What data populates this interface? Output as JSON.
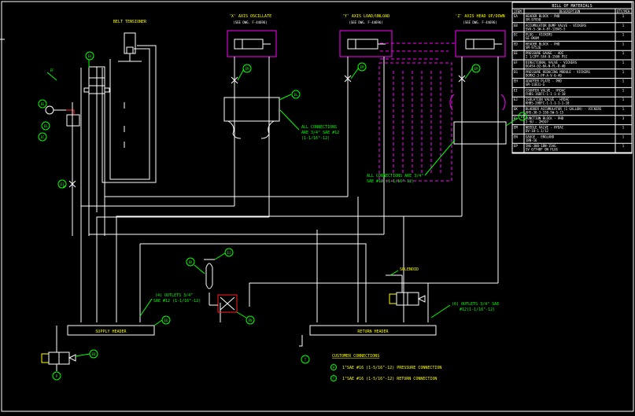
{
  "labels": {
    "belt_tensioner": "BELT TENSIONER",
    "x_axis": "'X' AXIS OSCILLATE",
    "x_axis_sub": "(SEE DWG. F-44696)",
    "y_axis": "'Y' AXIS LOAD/UNLOAD",
    "y_axis_sub": "(SEE DWG. F-44696)",
    "z_axis": "'Z' AXIS HEAD UP/DOWN",
    "z_axis_sub": "(SEE DWG. F-44696)",
    "all_conn_1a": "ALL CONNECTIONS",
    "all_conn_1b": "ARE 3/4\" SAE #12",
    "all_conn_1c": "(1-1/16\"-12)",
    "all_conn_2a": "ALL CONNECTIONS ARE 3/4\"",
    "all_conn_2b": "SAE #12 (1-1/16\"-12)",
    "outlets_left_a": "(4) OUTLETS 3/4\"",
    "outlets_left_b": "SAE #12 (1-1/16\"-12)",
    "outlets_right_a": "(6) OUTLETS 3/4\" SAE",
    "outlets_right_b": "#12(1-1/16\"-12)",
    "solenoid": "SOLENOID",
    "supply_header": "SUPPLY HEADER",
    "return_header": "RETURN HEADER",
    "customer_connections": "CUSTOMER CONNECTIONS",
    "conn_p_tag": "P",
    "conn_p_text": "1\"SAE #16 (1-5/16\"-12)   PRESSURE CONNECTION",
    "conn_t_tag": "T",
    "conn_t_text": "1\"SAE #16 (1-5/16\"-12)   RETURN CONNECTION"
  },
  "bom": {
    "title": "BILL OF MATERIALS",
    "headers": [
      "ITEM",
      "DESCRIPTION",
      "QTY/MCH"
    ],
    "rows": [
      [
        "EA",
        "HEADER BLOCK - PHD / SM-97958",
        "1"
      ],
      [
        "EB",
        "ACCUMULATOR DUMP VALVE - VICKERS / SVA-5-3W-A-8T-120AS-5",
        "1"
      ],
      [
        "EC",
        "PLUG - VICKERS / GE-BKOM",
        "1"
      ],
      [
        "ED",
        "HEADER BLOCK - PHD / SM-97526",
        "1"
      ],
      [
        "EE",
        "PRESSURE GAUGE - ADI / 2 1/2PF-SX4-0-1500 PSI",
        "1"
      ],
      [
        "EF",
        "DIRECTIONAL VALVE - VICKERS / DG4S4-D2-0A-N-FL-D-40",
        "1"
      ],
      [
        "EG",
        "PRESSURE REDUCING MODULE - VICKERS / DGMX2-3-PP-A-V-6-40",
        "1"
      ],
      [
        "EH",
        "ADAPTER PLATE - PHD / SM-11831-G",
        "1"
      ],
      [
        "EI",
        "COUNTER VALVE - HYDAC / FHBS-16DFC-1-1-1-4-10",
        "1"
      ],
      [
        "EJ",
        "ISOLATION VALVE - HYDAC / KHBS-20DFC-1-1-1-1-1-10",
        "1"
      ],
      [
        "EK",
        "BLADDER ACCUMULATOR (1 GALLON) - VICKERS / AHS-30-3-330-SW-S-15",
        "1"
      ],
      [
        "EL",
        "JUNCTION BLOCK - PHD / 2 SU - 2M397",
        "3"
      ],
      [
        "EM",
        "NEEDLE VALVE - HYDAC / DV-1B-1.1/12",
        "1"
      ],
      [
        "EN",
        "GAUGE - ENGLAND / 1BN-16",
        "1"
      ],
      [
        "EP",
        "5NG-300-1BN-15AG / SV 6774BF ON PLUG",
        "1"
      ]
    ]
  },
  "balloons": {
    "x_axis_valve": "EM",
    "y_axis_valve": "EM",
    "z_axis_valve": "EM",
    "junction_x": "EL",
    "junction_z": "EL",
    "left_ea": "EA",
    "left_eb": "EF",
    "left_ee": "EE",
    "left_eg": "EG",
    "left_ec": "EC",
    "left_ei": "EI",
    "accum_top": "EJ",
    "accum_left": "EK",
    "filter": "EN",
    "supply_tag": "ED",
    "bottom_valve": "EB",
    "supply_p": "P",
    "return_t": "T"
  }
}
